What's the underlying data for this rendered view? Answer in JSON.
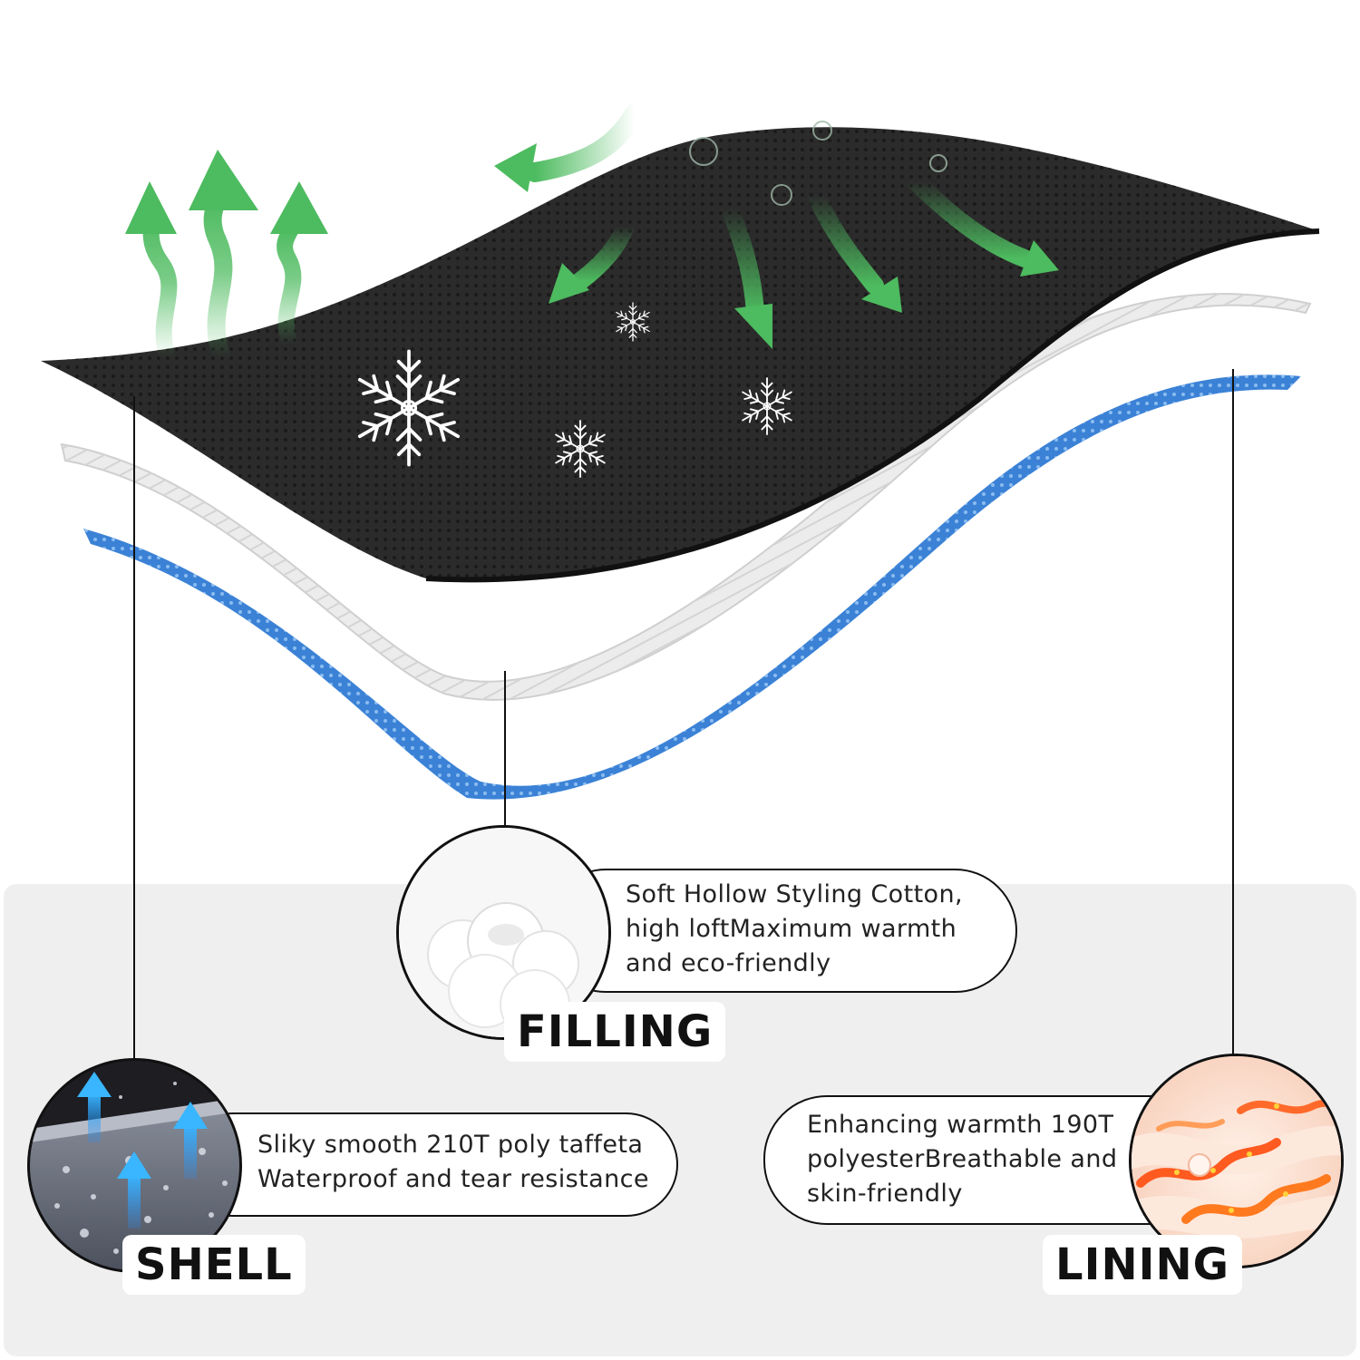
{
  "colors": {
    "shell": "#2b2b2b",
    "filling": "#efefef",
    "lining": "#3b82d6",
    "arrow": "#4dbb5f",
    "panel": "#efefef"
  },
  "icons": {
    "airflow_out": "airflow-arrow-icon",
    "airflow_in": "airflow-arrow-icon",
    "cold": "snowflake-icon",
    "moisture": "water-droplet-icon"
  },
  "layers": {
    "filling": {
      "label": "FILLING",
      "lines": [
        "Soft Hollow Styling Cotton,",
        "high loftMaximum warmth",
        "and eco-friendly"
      ]
    },
    "shell": {
      "label": "SHELL",
      "lines": [
        "Sliky smooth 210T poly taffeta",
        "Waterproof and tear resistance"
      ]
    },
    "lining": {
      "label": "LINING",
      "lines": [
        "Enhancing warmth 190T",
        "polyesterBreathable and",
        "skin-friendly"
      ]
    }
  }
}
